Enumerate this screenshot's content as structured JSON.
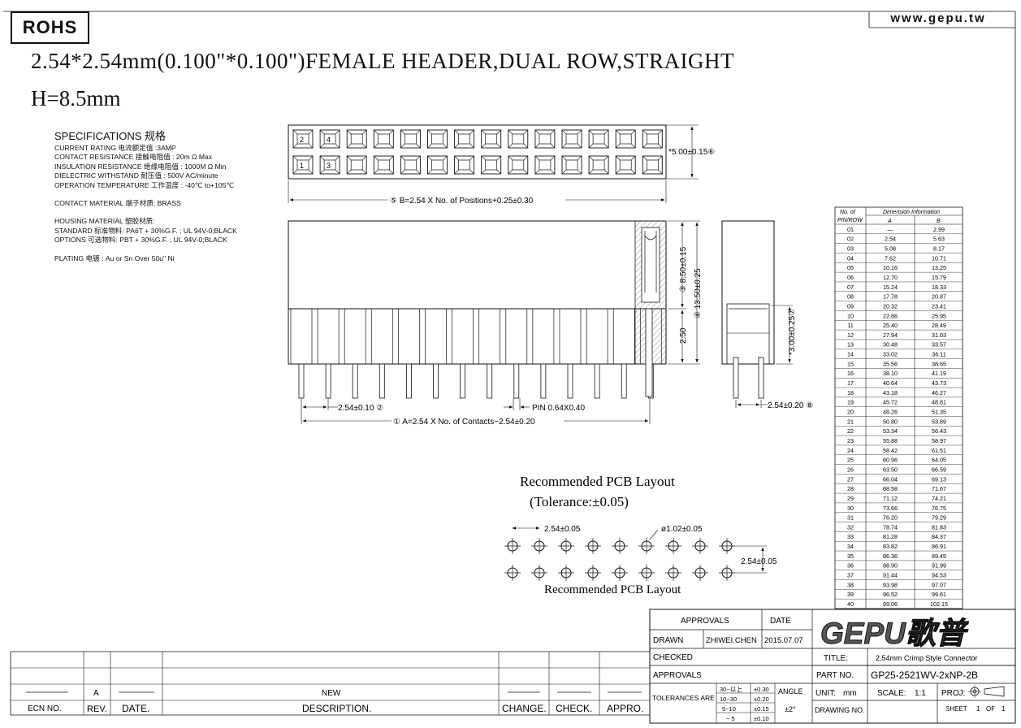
{
  "header": {
    "rohs": "ROHS",
    "website": "www.gepu.tw",
    "title_line1": "2.54*2.54mm(0.100\"*0.100\")FEMALE HEADER,DUAL ROW,STRAIGHT",
    "title_line2": "H=8.5mm"
  },
  "specifications": {
    "heading": "SPECIFICATIONS 规格",
    "lines": [
      "CURRENT RATING  电流额定值  :3AMP",
      "CONTACT RESISTANCE  接触电阻值 : 20m Ω Max",
      "INSULATION RESISTANCE  绝缘电阻值 : 1000M Ω Min",
      "DIELECTRIC WITHSTAND  耐压值 : 500V AC/minute",
      "OPERATION TEMPERATURE  工作温度 : -40℃ to+105℃"
    ],
    "contact_material": "CONTACT MATERIAL  端子材质:  BRASS",
    "housing_material": "HOUSING MATERIAL  塑胶材质:",
    "standard": "STANDARD  标准物料: PA6T + 30%G.F. ; UL 94V-0;BLACK",
    "options": "OPTIONS  可选物料:  PBT + 30%G.F. ; UL 94V-0;BLACK",
    "plating": "PLATING  电镀 : Au or Sn Over 50u\" Ni"
  },
  "drawing": {
    "pin_numbers": [
      "2",
      "4",
      "1",
      "3"
    ],
    "dim_height_top": "*5.00±0.15⑥",
    "dim_B": "⑤ B=2.54 X No. of Positions+0.25±0.30",
    "dim_8_50": "③ 8.50±0.15",
    "dim_13_50": "④ 13.50±0.25",
    "dim_2_50": "2.50",
    "dim_3_00": "*3.00±0.25⑦",
    "dim_pitch": "2.54±0.10 ②",
    "dim_pin": "PIN 0.64X0.40",
    "dim_A": "① A=2.54 X No. of Contacts−2.54±0.20",
    "dim_row": "2.54±0.20 ⑧"
  },
  "pcb_layout": {
    "title": "Recommended PCB Layout",
    "tolerance": "(Tolerance:±0.05)",
    "pitch": "2.54±0.05",
    "hole": "ø1.02±0.05",
    "row_pitch": "2.54±0.05",
    "caption": "Recommended PCB Layout"
  },
  "dimension_table": {
    "header_col1": [
      "No. of",
      "PIN/ROW"
    ],
    "header_group": "Dimension Information",
    "col_a": "A",
    "col_b": "B",
    "rows": [
      [
        "01",
        "—",
        "2.99"
      ],
      [
        "02",
        "2.54",
        "5.63"
      ],
      [
        "03",
        "5.08",
        "8.17"
      ],
      [
        "04",
        "7.62",
        "10.71"
      ],
      [
        "05",
        "10.16",
        "13.25"
      ],
      [
        "06",
        "12.70",
        "15.79"
      ],
      [
        "07",
        "15.24",
        "18.33"
      ],
      [
        "08",
        "17.78",
        "20.87"
      ],
      [
        "09",
        "20.32",
        "23.41"
      ],
      [
        "10",
        "22.86",
        "25.95"
      ],
      [
        "11",
        "25.40",
        "28.49"
      ],
      [
        "12",
        "27.94",
        "31.03"
      ],
      [
        "13",
        "30.48",
        "33.57"
      ],
      [
        "14",
        "33.02",
        "36.11"
      ],
      [
        "15",
        "35.56",
        "38.65"
      ],
      [
        "16",
        "38.10",
        "41.19"
      ],
      [
        "17",
        "40.64",
        "43.73"
      ],
      [
        "18",
        "43.18",
        "46.27"
      ],
      [
        "19",
        "45.72",
        "48.81"
      ],
      [
        "20",
        "48.26",
        "51.35"
      ],
      [
        "21",
        "50.80",
        "53.89"
      ],
      [
        "22",
        "53.34",
        "56.43"
      ],
      [
        "23",
        "55.88",
        "58.97"
      ],
      [
        "24",
        "58.42",
        "61.51"
      ],
      [
        "25",
        "60.96",
        "64.05"
      ],
      [
        "26",
        "63.50",
        "66.59"
      ],
      [
        "27",
        "66.04",
        "69.13"
      ],
      [
        "28",
        "68.58",
        "71.67"
      ],
      [
        "29",
        "71.12",
        "74.21"
      ],
      [
        "30",
        "73.66",
        "76.75"
      ],
      [
        "31",
        "76.20",
        "79.29"
      ],
      [
        "32",
        "78.74",
        "81.83"
      ],
      [
        "33",
        "81.28",
        "84.37"
      ],
      [
        "34",
        "83.82",
        "86.91"
      ],
      [
        "35",
        "86.36",
        "89.45"
      ],
      [
        "36",
        "88.90",
        "91.99"
      ],
      [
        "37",
        "91.44",
        "94.53"
      ],
      [
        "38",
        "93.98",
        "97.07"
      ],
      [
        "39",
        "96.52",
        "99.61"
      ],
      [
        "40",
        "99.06",
        "102.15"
      ]
    ]
  },
  "title_block": {
    "approvals_header": "APPROVALS",
    "date_header": "DATE",
    "drawn_label": "DRAWN",
    "drawn_by": "ZHIWEI.CHEN",
    "drawn_date": "2015.07.07",
    "checked_label": "CHECKED",
    "approvals_label": "APPROVALS",
    "logo": "GEPU歌普",
    "title_label": "TITLE:",
    "title_value": "2.54mm Crimp Style Connector",
    "part_label": "PART NO.",
    "part_value": "GP25-2521WV-2xNP-2B",
    "tolerances_label": "TOLERANCES ARE",
    "tolerance_ranges": [
      "30~以上",
      "10~30",
      "5~10",
      "~ 5"
    ],
    "tolerance_values": [
      "±0.30",
      "±0.20",
      "±0.15",
      "±0.10"
    ],
    "angle_label": "ANGLE",
    "angle_value": "±2°",
    "unit_label": "UNIT:",
    "unit_value": "mm",
    "scale_label": "SCALE:",
    "scale_value": "1:1",
    "proj_label": "PROJ:",
    "drawing_label": "DRAWING NO.",
    "sheet_label": "SHEET",
    "sheet_value": "1",
    "of_label": "OF",
    "of_value": "1"
  },
  "revision_block": {
    "headers": [
      "ECN NO.",
      "REV.",
      "DATE.",
      "DESCRIPTION.",
      "CHANGE.",
      "CHECK.",
      "APPRO."
    ],
    "rev": "A",
    "description": "NEW"
  }
}
